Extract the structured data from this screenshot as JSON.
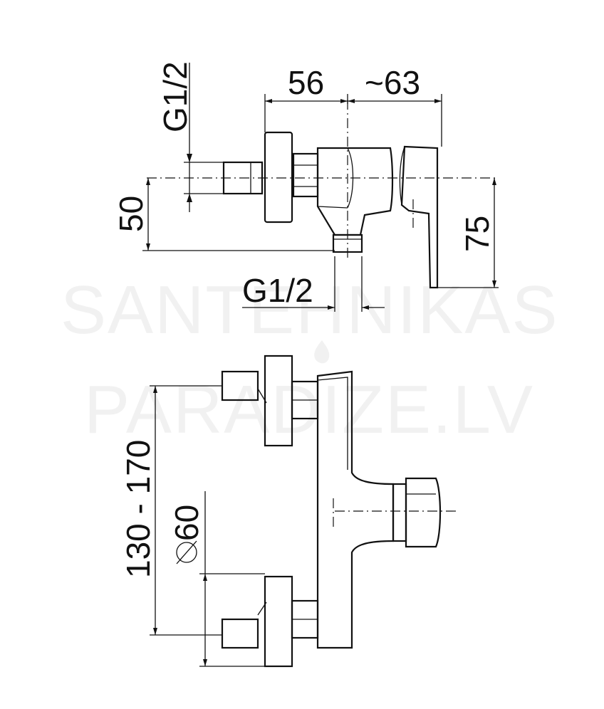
{
  "watermark": {
    "line1": "SANTEHNIKAS",
    "line2": "PARADIZE.LV"
  },
  "side_view": {
    "thread_top": "G1/2",
    "dim_width_left": "56",
    "dim_width_right": "~63",
    "dim_height_left": "50",
    "dim_height_right": "75",
    "thread_bottom": "G1/2"
  },
  "front_view": {
    "dim_spacing": "130 - 170",
    "dim_diameter": "60"
  }
}
